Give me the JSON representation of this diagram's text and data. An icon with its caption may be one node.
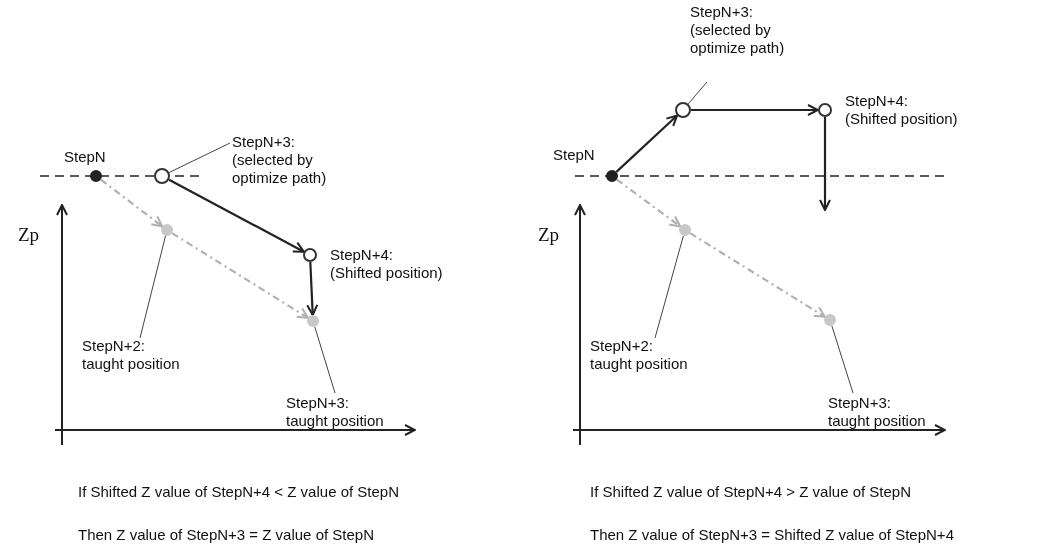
{
  "diagram": {
    "nodes": [
      {
        "text": [],
        "shape": "circle",
        "beside": [
          "StepN"
        ]
      },
      {
        "text": [],
        "shape": "circle"
      },
      {
        "text": [
          "StepN+3:",
          "(selected by optimize path)"
        ]
      },
      {
        "text": [],
        "shape": "circle",
        "beside": [
          "StepN+4:",
          "(Shifted position)"
        ]
      },
      {
        "text": [],
        "shape": "circle"
      },
      {
        "text": [
          "StepN+2:",
          "taught position"
        ]
      },
      {
        "text": [],
        "shape": "circle"
      },
      {
        "text": [
          "StepN+3:",
          "taught position"
        ]
      },
      {
        "text": [],
        "shape": "circle",
        "beside": [
          "StepN"
        ]
      },
      {
        "text": [],
        "shape": "circle"
      },
      {
        "text": [
          "StepN+3:",
          "(selected by optimize path)"
        ]
      },
      {
        "text": [],
        "shape": "circle",
        "beside": [
          "StepN+4:",
          "(Shifted position)"
        ]
      },
      {
        "text": [],
        "shape": "circle"
      },
      {
        "text": [
          "StepN+2:",
          "taught position"
        ]
      },
      {
        "text": [],
        "shape": "circle"
      },
      {
        "text": [
          "StepN+3:",
          "taught position"
        ]
      }
    ],
    "edges": [
      {
        "from": 0,
        "to": 4,
        "arrow": "to",
        "style": "dashed",
        "color": "#b0b0b0"
      },
      {
        "from": 4,
        "to": 6,
        "arrow": "to",
        "style": "dashed",
        "color": "#b0b0b0"
      },
      {
        "from": 1,
        "to": 3,
        "arrow": "to"
      },
      {
        "from": 3,
        "to": 6,
        "arrow": "to"
      },
      {
        "from": 2,
        "to": 1,
        "arrow": "none"
      },
      {
        "from": 5,
        "to": 4,
        "arrow": "none"
      },
      {
        "from": 7,
        "to": 6,
        "arrow": "none"
      },
      {
        "from": 8,
        "to": 12,
        "arrow": "to",
        "style": "dashed",
        "color": "#b0b0b0"
      },
      {
        "from": 12,
        "to": 14,
        "arrow": "to",
        "style": "dashed",
        "color": "#b0b0b0"
      },
      {
        "from": 8,
        "to": 9,
        "arrow": "to"
      },
      {
        "from": 9,
        "to": 11,
        "arrow": "to"
      },
      {
        "from": 11,
        "to": null,
        "arrow": "to"
      },
      {
        "from": 10,
        "to": 9,
        "arrow": "none"
      },
      {
        "from": 13,
        "to": 12,
        "arrow": "none"
      },
      {
        "from": 15,
        "to": 14,
        "arrow": "none"
      }
    ],
    "labels": [
      "Zp",
      "If Shifted Z value of StepN+4 < Z value of StepN",
      "Then Z value of StepN+3 = Z value of StepN",
      "Zp",
      "If Shifted Z value of StepN+4 > Z value of StepN",
      "Then Z value of StepN+3 = Shifted Z value of StepN+4"
    ]
  }
}
